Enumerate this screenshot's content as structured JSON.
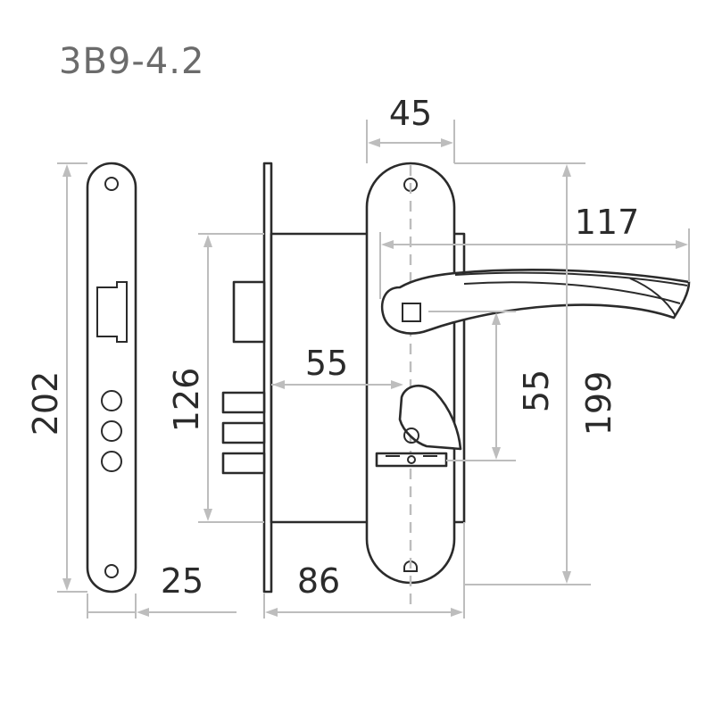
{
  "title": "3B9-4.2",
  "dimensions": {
    "faceplate_height": "202",
    "backset_width": "25",
    "lock_case_height": "126",
    "lock_case_depth": "86",
    "spindle_to_edge": "55",
    "escutcheon_width": "45",
    "handle_length": "117",
    "spindle_to_keyhole": "55",
    "escutcheon_height": "199"
  },
  "colors": {
    "outline": "#2b2b2b",
    "dimension_line": "#bdbdbd",
    "title": "#6b6b6b"
  }
}
